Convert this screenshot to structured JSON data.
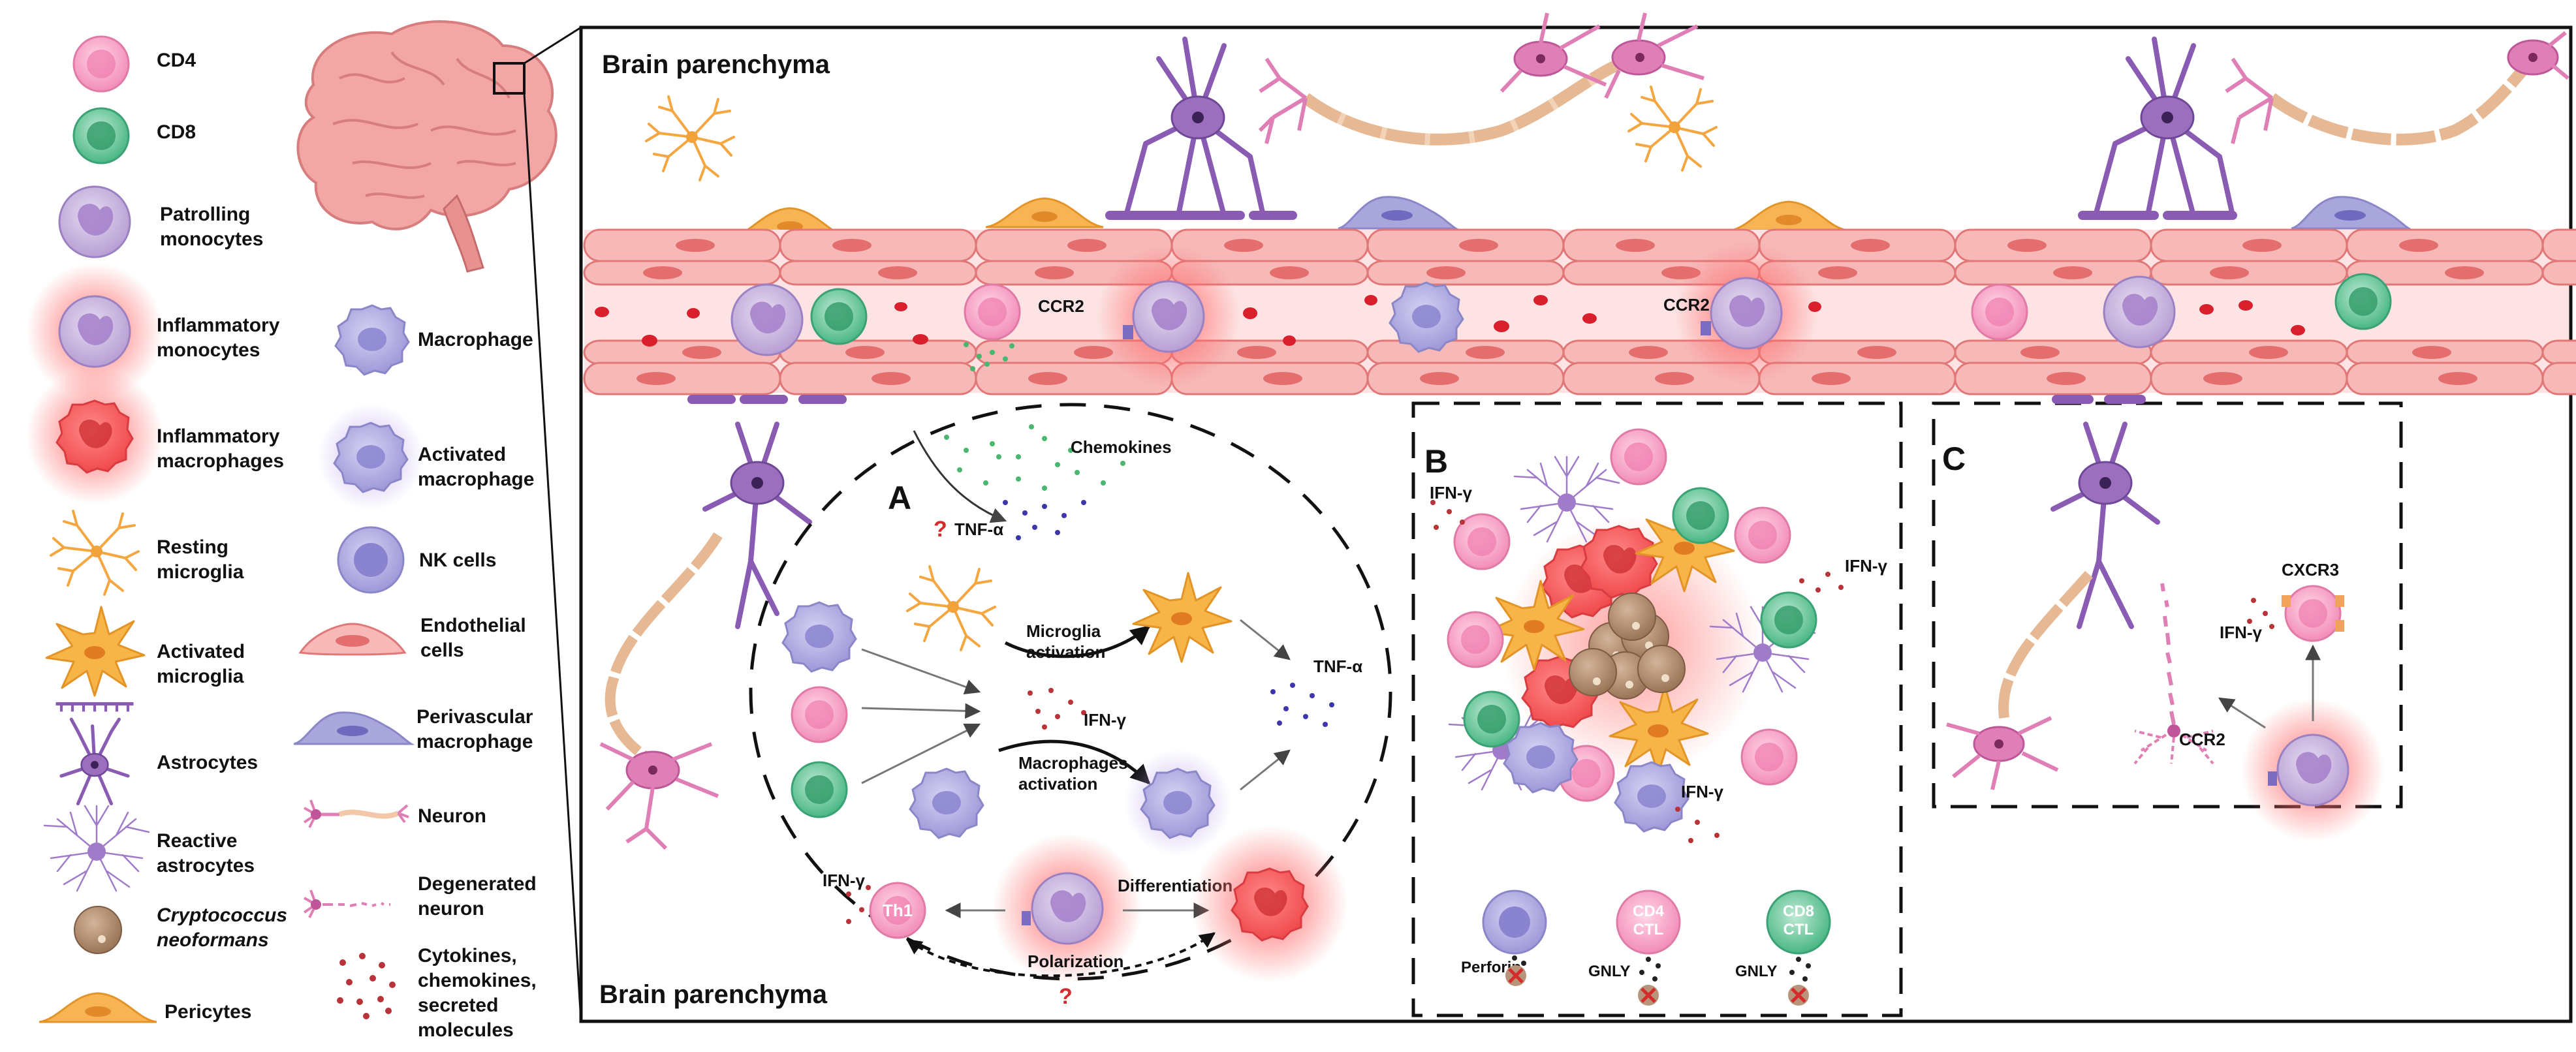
{
  "legend": {
    "left_column": [
      {
        "id": "cd4",
        "label": [
          "CD4"
        ]
      },
      {
        "id": "cd8",
        "label": [
          "CD8"
        ]
      },
      {
        "id": "patrolling-monocytes",
        "label": [
          "Patrolling",
          "monocytes"
        ]
      },
      {
        "id": "inflammatory-monocytes",
        "label": [
          "Inflammatory",
          "monocytes"
        ]
      },
      {
        "id": "inflammatory-macrophages",
        "label": [
          "Inflammatory",
          "macrophages"
        ]
      },
      {
        "id": "resting-microglia",
        "label": [
          "Resting",
          "microglia"
        ]
      },
      {
        "id": "activated-microglia",
        "label": [
          "Activated",
          "microglia"
        ]
      },
      {
        "id": "astrocytes",
        "label": [
          "Astrocytes"
        ]
      },
      {
        "id": "reactive-astrocytes",
        "label": [
          "Reactive",
          "astrocytes"
        ]
      },
      {
        "id": "cryptococcus",
        "label": [
          "Cryptococcus",
          "neoformans"
        ],
        "italic": true
      },
      {
        "id": "pericytes",
        "label": [
          "Pericytes"
        ]
      }
    ],
    "right_column": [
      {
        "id": "macrophage",
        "label": [
          "Macrophage"
        ]
      },
      {
        "id": "activated-macrophage",
        "label": [
          "Activated",
          "macrophage"
        ]
      },
      {
        "id": "nk-cells",
        "label": [
          "NK cells"
        ]
      },
      {
        "id": "endothelial-cells",
        "label": [
          "Endothelial",
          "cells"
        ]
      },
      {
        "id": "perivascular-macrophage",
        "label": [
          "Perivascular",
          "macrophage"
        ]
      },
      {
        "id": "neuron",
        "label": [
          "Neuron"
        ]
      },
      {
        "id": "degenerated-neuron",
        "label": [
          "Degenerated",
          "neuron"
        ]
      },
      {
        "id": "cytokines",
        "label": [
          "Cytokines,",
          "chemokines,",
          "secreted",
          "molecules"
        ]
      }
    ]
  },
  "main": {
    "region_top": "Brain parenchyma",
    "region_bottom": "Brain parenchyma",
    "vessel_labels": {
      "ccr2_1": "CCR2",
      "ccr2_2": "CCR2"
    }
  },
  "panel_a": {
    "letter": "A",
    "chemokines": "Chemokines",
    "question_1": "?",
    "tnf_alpha_1": "TNF-α",
    "microglia_activation": [
      "Microglia",
      "activation"
    ],
    "ifn_gamma": "IFN-γ",
    "macrophages_activation": [
      "Macrophages",
      "activation"
    ],
    "tnf_alpha_2": "TNF-α",
    "ifn_gamma_th1": "IFN-γ",
    "th1": "Th1",
    "differentiation": "Differentiation",
    "polarization": "Polarization",
    "question_2": "?"
  },
  "panel_b": {
    "letter": "B",
    "ifn_gamma_1": "IFN-γ",
    "ifn_gamma_2": "IFN-γ",
    "ifn_gamma_3": "IFN-γ",
    "cd4_ctl": [
      "CD4",
      "CTL"
    ],
    "cd8_ctl": [
      "CD8",
      "CTL"
    ],
    "perforin": "Perforin",
    "gnly_1": "GNLY",
    "gnly_2": "GNLY"
  },
  "panel_c": {
    "letter": "C",
    "cxcr3": "CXCR3",
    "ifn_gamma": "IFN-γ",
    "ccr2": "CCR2"
  },
  "colors": {
    "cd4": "#f4a6c6",
    "cd8": "#4fbf8f",
    "monocyte": "#c2aed8",
    "macrophage": "#a9a6db",
    "microglia": "#f7b54a",
    "astrocyte": "#9b6fbe",
    "endothelium": "#f7b8b8",
    "vessel_lumen": "#fde3e3",
    "inflammation_glow": "#ff6b6b",
    "cryptococcus": "#b8957a",
    "neuron": "#df7fb6",
    "cytokine": "#b8333a"
  }
}
